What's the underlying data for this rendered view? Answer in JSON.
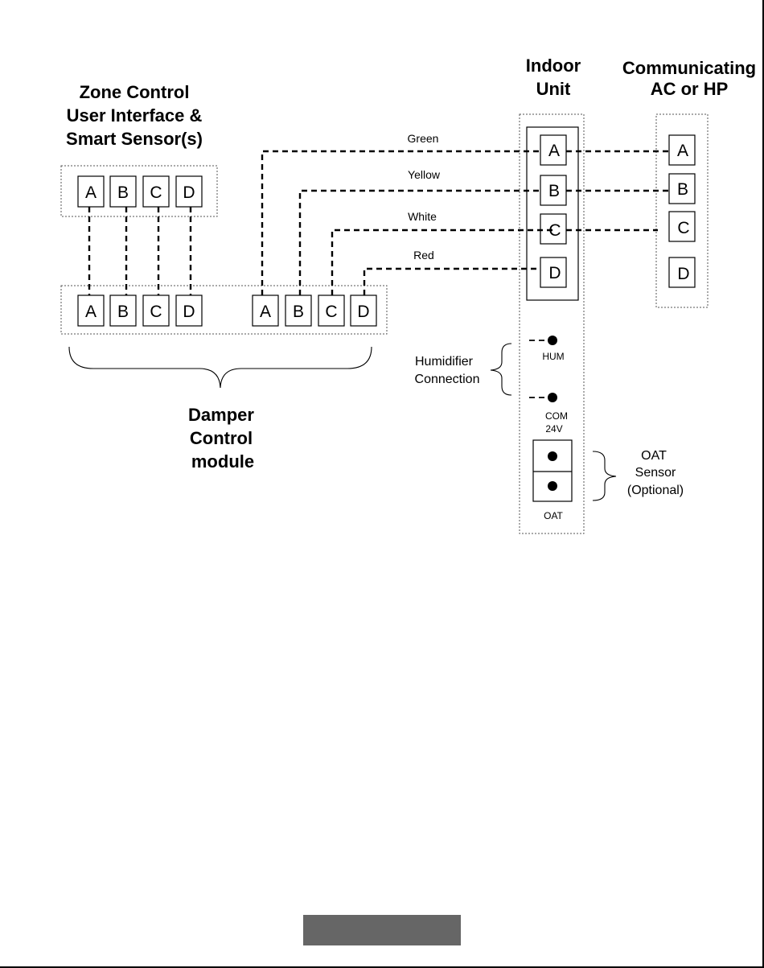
{
  "titles": {
    "zone_control": [
      "Zone Control",
      "User Interface &",
      "Smart Sensor(s)"
    ],
    "indoor_unit": [
      "Indoor",
      "Unit"
    ],
    "communicating": [
      "Communicating",
      "AC or HP"
    ],
    "damper": [
      "Damper",
      "Control",
      "module"
    ]
  },
  "terminals": {
    "zone_ui": [
      "A",
      "B",
      "C",
      "D"
    ],
    "damper_left": [
      "A",
      "B",
      "C",
      "D"
    ],
    "damper_right": [
      "A",
      "B",
      "C",
      "D"
    ],
    "indoor": [
      "A",
      "B",
      "C",
      "D"
    ],
    "outdoor": [
      "A",
      "B",
      "C",
      "D"
    ]
  },
  "wires": {
    "green": "Green",
    "yellow": "Yellow",
    "white": "White",
    "red": "Red"
  },
  "humidifier": {
    "label": [
      "Humidifier",
      "Connection"
    ],
    "hum": "HUM",
    "com": [
      "COM",
      "24V"
    ]
  },
  "oat": {
    "label": [
      "OAT",
      "Sensor",
      "(Optional)"
    ],
    "terminal_label": "OAT"
  },
  "colors": {
    "ink": "#000000",
    "box_border": "#555555",
    "footer_bar": "#666666"
  }
}
